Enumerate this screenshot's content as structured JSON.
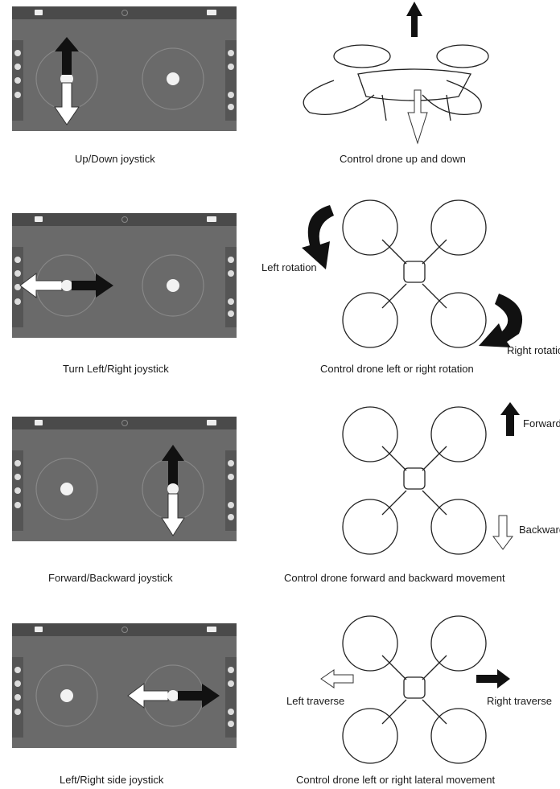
{
  "rows": [
    {
      "joystick_caption": "Up/Down joystick",
      "drone_caption": "Control drone up and down",
      "labels": {}
    },
    {
      "joystick_caption": "Turn Left/Right joystick",
      "drone_caption": "Control drone left or right rotation",
      "labels": {
        "left": "Left rotation",
        "right": "Right rotation"
      }
    },
    {
      "joystick_caption": "Forward/Backward joystick",
      "drone_caption": "Control drone forward and backward movement",
      "labels": {
        "forward": "Forward",
        "backward": "Backward"
      }
    },
    {
      "joystick_caption": "Left/Right side joystick",
      "drone_caption": "Control drone left or right lateral movement",
      "labels": {
        "left": "Left traverse",
        "right": "Right traverse"
      }
    }
  ],
  "icons": [
    "camera-icon",
    "video-icon",
    "power-icon",
    "joystick-icon",
    "arrow-up-icon",
    "arrow-down-icon",
    "arrow-left-icon",
    "arrow-right-icon",
    "rotate-left-icon",
    "rotate-right-icon"
  ]
}
